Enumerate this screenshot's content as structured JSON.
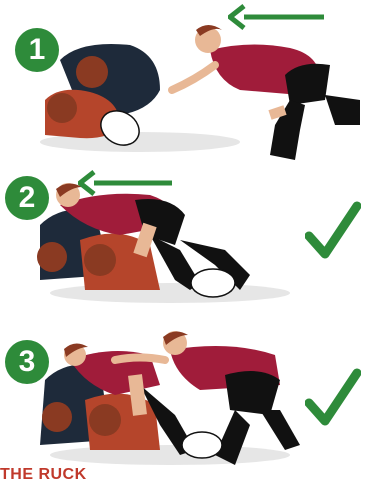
{
  "steps": [
    {
      "number": "1",
      "arrow": "left",
      "status": "none"
    },
    {
      "number": "2",
      "arrow": "left",
      "status": "correct"
    },
    {
      "number": "3",
      "arrow": "none",
      "status": "correct"
    }
  ],
  "footer": {
    "label": "THE RUCK"
  },
  "colors": {
    "accent_green": "#2e8b3a",
    "jersey_red": "#a01c3a",
    "jersey_navy": "#1e2a3a",
    "jersey_rust": "#b5452b",
    "skin": "#e8b896",
    "hair": "#8a3a22"
  },
  "icons": [
    "left-arrow-icon",
    "checkmark-icon"
  ]
}
